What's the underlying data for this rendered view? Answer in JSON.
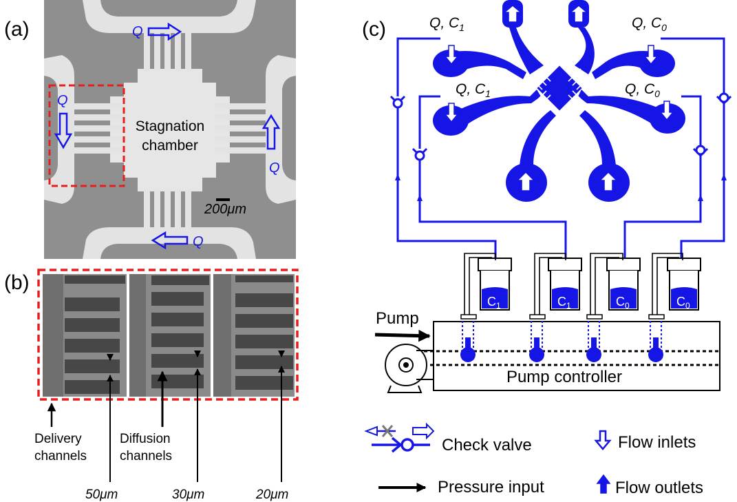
{
  "panel_a": {
    "label": "(a)",
    "chamber_line1": "Stagnation",
    "chamber_line2": "chamber",
    "scale_bar": "200μm",
    "q_top": "Q",
    "q_left": "Q",
    "q_right": "Q",
    "q_bottom": "Q"
  },
  "panel_b": {
    "label": "(b)",
    "delivery_line1": "Delivery",
    "delivery_line2": "channels",
    "diffusion_line1": "Diffusion",
    "diffusion_line2": "channels",
    "widths": [
      "50μm",
      "30μm",
      "20μm"
    ]
  },
  "panel_c": {
    "label": "(c)",
    "inlet_top_left": "Q, C",
    "inlet_top_left_sub": "1",
    "inlet_top_right": "Q, C",
    "inlet_top_right_sub": "0",
    "inlet_mid_left": "Q, C",
    "inlet_mid_left_sub": "1",
    "inlet_mid_right": "Q, C",
    "inlet_mid_right_sub": "0",
    "reservoirs": [
      {
        "base": "C",
        "sub": "1"
      },
      {
        "base": "C",
        "sub": "1"
      },
      {
        "base": "C",
        "sub": "0"
      },
      {
        "base": "C",
        "sub": "0"
      }
    ],
    "pump_label": "Pump",
    "controller_label": "Pump controller"
  },
  "legend": {
    "check_valve": "Check valve",
    "flow_inlets": "Flow inlets",
    "pressure_input": "Pressure input",
    "flow_outlets": "Flow outlets"
  },
  "colors": {
    "blue": "#1515e6",
    "micrograph_gray": "#8f8f8f",
    "channel_light": "#e3e3e3",
    "dashed_red": "#e41f1f"
  }
}
